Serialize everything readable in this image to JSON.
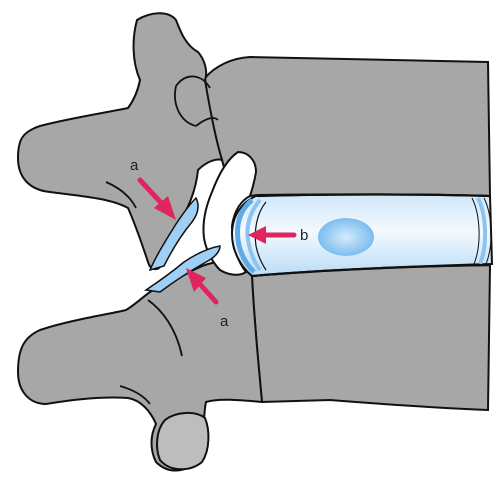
{
  "labels": {
    "a_upper": "a",
    "a_lower": "a",
    "b": "b"
  },
  "colors": {
    "bone": "#a7a7a7",
    "outline": "#111111",
    "disc_light": "#e4f2fd",
    "disc_mid": "#a9d4f4",
    "nucleus": "#7cbdf0",
    "arrow": "#e0245e",
    "background": "#ffffff"
  },
  "icons": {
    "pointer_arrows": "arrow-icon"
  }
}
